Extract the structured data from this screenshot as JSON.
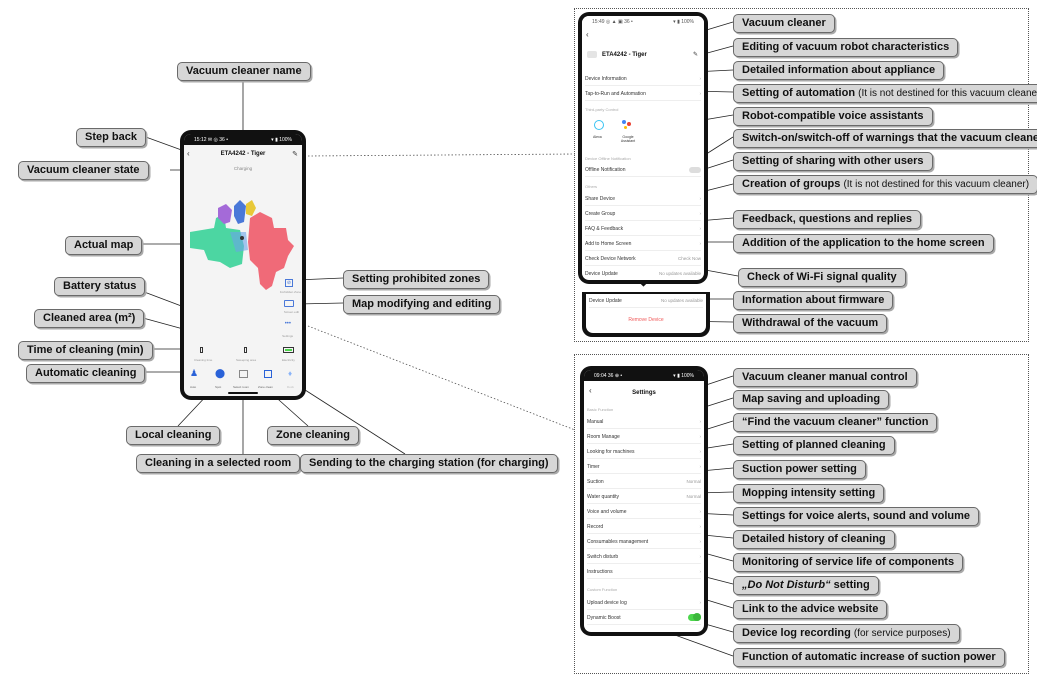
{
  "main_phone": {
    "status_time": "15:12",
    "status_icons": "✉ ◎ 36 •",
    "status_battery": "▾ ▮ 100%",
    "device_name": "ETA4242 - Tiger",
    "state": "Charging",
    "side_tools": [
      "Forbidden Zone",
      "Screen edit",
      "Settings"
    ],
    "stats": [
      "Cleaning time",
      "Sweeping area",
      "Electricity"
    ],
    "modes": [
      "Auto",
      "Spot",
      "Select room",
      "Zone clean",
      "Dock"
    ],
    "colors": {
      "green": "#4cd6a2",
      "pink": "#f06a78",
      "purple": "#a46ad8",
      "blue": "#4a78d8",
      "yellow": "#e8c838"
    }
  },
  "device_phone": {
    "status_time": "15:49",
    "status_icons": "◎ ▲ ▣ 36 •",
    "status_battery": "▾ ▮ 100%",
    "device_name": "ETA4242 - Tiger",
    "device_info": "Device Information",
    "tap_to_run": "Tap-to-Run and Automation",
    "voice_section": "Third-party Control",
    "alexa": "Alexa",
    "google": "Google Assistant",
    "offline_section": "Device Offline Notification",
    "offline_notification": "Offline Notification",
    "others_section": "Others",
    "share_device": "Share Device",
    "create_group": "Create Group",
    "faq": "FAQ & Feedback",
    "add_home": "Add to Home Screen",
    "check_network": "Check Device Network",
    "check_now": "Check Now",
    "device_update": "Device Update",
    "no_updates": "No updates available",
    "remove_device": "Remove Device"
  },
  "settings_phone": {
    "status_time": "09:04",
    "status_icons": "36 ⊕ •",
    "status_battery": "▾ ▮ 100%",
    "title": "Settings",
    "section1": "Basic Function",
    "items": [
      "Manual",
      "Room Manage",
      "Looking for machines",
      "Timer",
      "Suction",
      "Water quantity",
      "Voice and volume",
      "Record",
      "Consumables management",
      "Switch disturb",
      "Instructions"
    ],
    "suction_value": "Normal",
    "water_value": "Normal",
    "section2": "Custom Function",
    "upload_log": "Upload device log",
    "dynamic_boost": "Dynamic Boost"
  },
  "labels": {
    "vacuum_name": "Vacuum cleaner name",
    "step_back": "Step back",
    "state": "Vacuum cleaner state",
    "actual_map": "Actual map",
    "battery": "Battery status",
    "cleaned_area": "Cleaned area (m²)",
    "time": "Time of cleaning (min)",
    "auto_cleaning": "Automatic cleaning",
    "local_cleaning": "Local cleaning",
    "selected_room": "Cleaning in a selected room",
    "zone_cleaning": "Zone cleaning",
    "prohibited_zones": "Setting prohibited zones",
    "map_modifying": "Map modifying and editing",
    "charging_station": "Sending to the charging station (for charging)",
    "vacuum_cleaner": "Vacuum cleaner",
    "editing": "Editing of vacuum robot characteristics",
    "detailed_info": "Detailed information about appliance",
    "automation": "Setting of automation",
    "automation_note": "(It is not destined for this vacuum cleaner)",
    "voice_assistants": "Robot-compatible voice assistants",
    "warnings": "Switch-on/switch-off of warnings that the vacuum cleaner",
    "sharing": "Setting of sharing with other users",
    "groups": "Creation of groups",
    "groups_note": "(It is not destined for this vacuum cleaner)",
    "feedback": "Feedback, questions and replies",
    "home_screen": "Addition of the application to the home screen",
    "wifi": "Check of Wi-Fi signal quality",
    "firmware": "Information about firmware",
    "withdrawal": "Withdrawal of the vacuum",
    "manual_control": "Vacuum cleaner manual control",
    "map_saving": "Map saving and uploading",
    "find": "“Find the vacuum cleaner” function",
    "planned": "Setting of planned cleaning",
    "suction": "Suction power setting",
    "mopping": "Mopping intensity setting",
    "voice": "Settings for voice alerts, sound and volume",
    "history": "Detailed history of cleaning",
    "service_life": "Monitoring of service life of components",
    "dnd": "„Do Not Disturb“",
    "dnd_suffix": " setting",
    "advice": "Link to the advice website",
    "log": "Device log recording",
    "log_note": "(for service purposes)",
    "boost": "Function of automatic increase of suction power"
  }
}
